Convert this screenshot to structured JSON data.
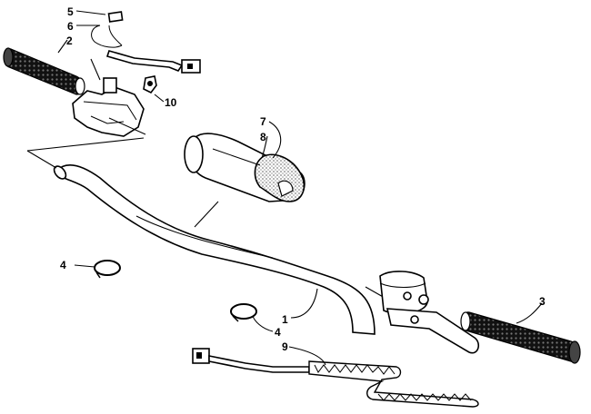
{
  "callouts": {
    "c1": "1",
    "c2": "2",
    "c3": "3",
    "c4a": "4",
    "c4b": "4",
    "c5": "5",
    "c6": "6",
    "c7": "7",
    "c8": "8",
    "c9": "9",
    "c10": "10"
  }
}
